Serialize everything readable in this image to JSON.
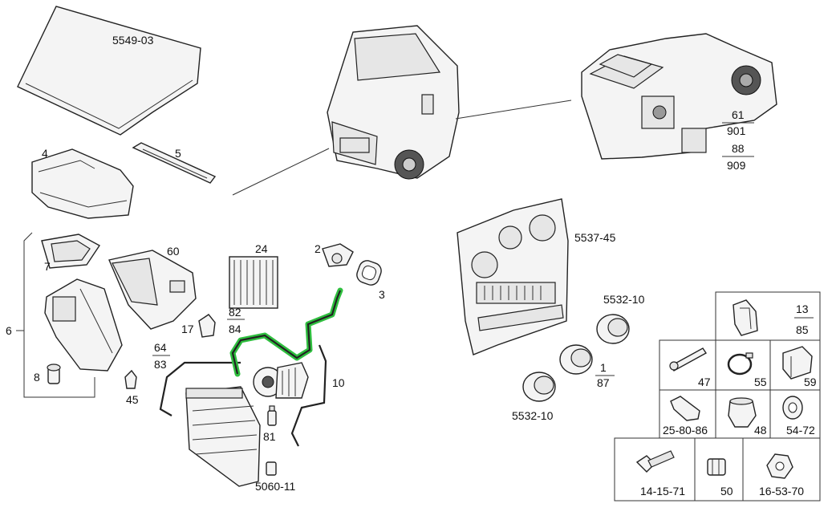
{
  "highlight_color": "#2fbf3f",
  "labels": {
    "hood": "5549-03",
    "p4": "4",
    "p5": "5",
    "p6": "6",
    "p7": "7",
    "p8": "8",
    "p60": "60",
    "p17": "17",
    "p45": "45",
    "p64": "64",
    "p83": "83",
    "p24": "24",
    "p2": "2",
    "p3": "3",
    "p82": "82",
    "p84": "84",
    "p10": "10",
    "p81": "81",
    "cond": "5060-11",
    "heater_61": "61",
    "heater_901": "901",
    "heater_88": "88",
    "heater_909": "909",
    "dash": "5537-45",
    "knob_top": "5532-10",
    "knob_bottom": "5532-10",
    "knob_1": "1",
    "knob_87": "87",
    "g13": "13",
    "g85": "85",
    "g47": "47",
    "g55": "55",
    "g59": "59",
    "g25": "25-80-86",
    "g48": "48",
    "g54": "54-72",
    "g14": "14-15-71",
    "g50": "50",
    "g16": "16-53-70"
  }
}
